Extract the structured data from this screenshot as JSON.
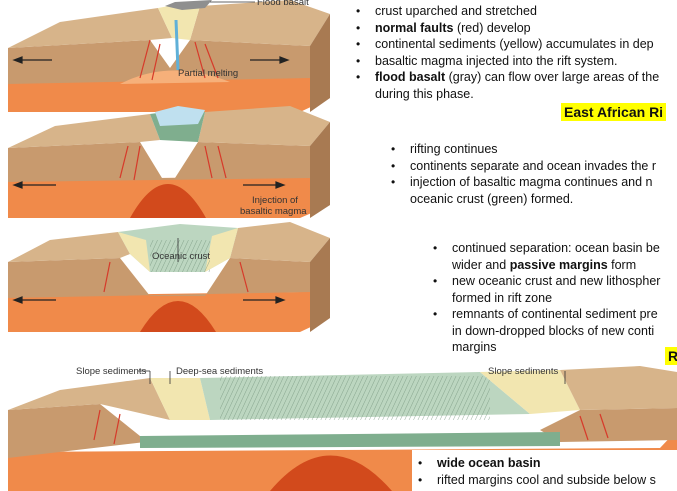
{
  "panel1": {
    "labels": {
      "flood_basalt": "Flood basalt",
      "partial_melting": "Partial melting"
    },
    "bullets": [
      [
        {
          "t": "crust uparched and stretched",
          "b": false
        }
      ],
      [
        {
          "t": "normal faults",
          "b": true
        },
        {
          "t": " (red) develop",
          "b": false
        }
      ],
      [
        {
          "t": "continental sediments (yellow) accumulates in dep",
          "b": false
        }
      ],
      [
        {
          "t": "basaltic magma injected into the rift system.",
          "b": false
        }
      ],
      [
        {
          "t": "flood basalt",
          "b": true
        },
        {
          "t": " (gray) can flow over large areas of the",
          "b": false
        }
      ]
    ],
    "continuation": "during this phase.",
    "highlight": "East African Ri"
  },
  "panel2": {
    "label_line1": "Injection of",
    "label_line2": "basaltic magma",
    "bullets": [
      "rifting continues",
      "continents separate and ocean invades the r",
      "injection of basaltic magma continues and n"
    ],
    "continuation": "oceanic crust (green) formed."
  },
  "panel3": {
    "label": "Oceanic crust",
    "bullets": [
      {
        "lines": [
          [
            {
              "t": "continued separation: ocean basin be",
              "b": false
            }
          ],
          [
            {
              "t": "wider and ",
              "b": false
            },
            {
              "t": "passive margins",
              "b": true
            },
            {
              "t": " form",
              "b": false
            }
          ]
        ]
      },
      {
        "lines": [
          [
            {
              "t": "new oceanic crust and new lithospher",
              "b": false
            }
          ],
          [
            {
              "t": "formed in rift zone",
              "b": false
            }
          ]
        ]
      },
      {
        "lines": [
          [
            {
              "t": "remnants of continental sediment pre",
              "b": false
            }
          ],
          [
            {
              "t": "in down-dropped blocks of new conti",
              "b": false
            }
          ],
          [
            {
              "t": "margins",
              "b": false
            }
          ]
        ]
      }
    ],
    "highlight": "R"
  },
  "panel4": {
    "labels": {
      "slope_left": "Slope sediments",
      "deep_sea": "Deep-sea sediments",
      "slope_right": "Slope sediments"
    },
    "bullets": [
      [
        {
          "t": "wide ocean basin",
          "b": true
        }
      ],
      [
        {
          "t": "rifted margins cool and subside below s",
          "b": false
        }
      ]
    ]
  },
  "colors": {
    "crust": "#c89a6e",
    "crust_dark": "#a87a52",
    "crust_top": "#d7b48a",
    "mantle": "#f08a4a",
    "mantle_light": "#f6b07a",
    "magma": "#d24a1c",
    "oceanic": "#7fae8e",
    "oceanic_light": "#bcd6c0",
    "sediment": "#f2e6b0",
    "water": "#bfe0ef",
    "fault": "#d63a2a",
    "basalt": "#8f8f8f",
    "highlight": "#ffff00"
  }
}
